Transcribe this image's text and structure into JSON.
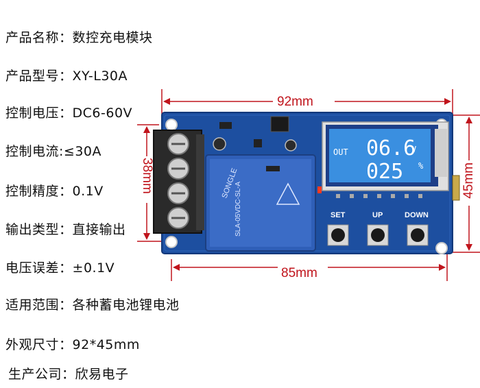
{
  "specs": [
    {
      "label": "产品名称",
      "sep": "：",
      "value": "数控充电模块"
    },
    {
      "label": "产品型号",
      "sep": "：",
      "value": "XY-L30A"
    },
    {
      "label": "控制电压",
      "sep": "：",
      "value": "DC6-60V"
    },
    {
      "label": "控制电流",
      "sep": ":",
      "value": "≤30A"
    },
    {
      "label": "控制精度",
      "sep": "：",
      "value": "0.1V"
    },
    {
      "label": "输出类型",
      "sep": "：",
      "value": "直接输出"
    },
    {
      "label": "电压误差",
      "sep": "：",
      "value": "±0.1V"
    },
    {
      "label": "适用范围",
      "sep": "：",
      "value": "各种蓄电池锂电池"
    },
    {
      "label": "外观尺寸",
      "sep": "：",
      "value": "92*45mm"
    },
    {
      "label": "生产公司",
      "sep": "：",
      "value": "欣易电子"
    }
  ],
  "dimensions": {
    "top_width": "92mm",
    "bottom_width": "85mm",
    "left_height": "38mm",
    "right_height": "45mm"
  },
  "lcd": {
    "mode": "OUT",
    "line1": "06.6",
    "unit1": "V",
    "line2": "025",
    "unit2": "%"
  },
  "buttons": {
    "set": "SET",
    "up": "UP",
    "down": "DOWN"
  },
  "relay": {
    "brand": "SONGLE",
    "model": "SLA-05VDC-SL-A"
  },
  "colors": {
    "pcb": "#1d4fa0",
    "dimension": "#c0141c",
    "lcd": "#3a8fe0"
  }
}
